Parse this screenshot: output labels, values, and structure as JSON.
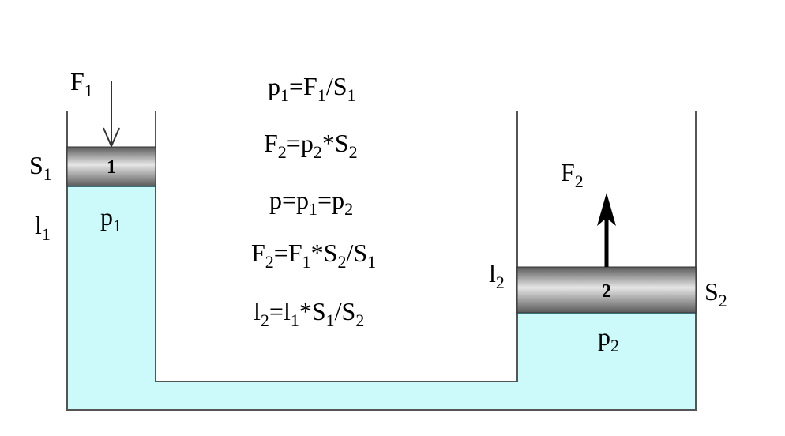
{
  "colors": {
    "fluid": "#ccfafa",
    "fluid_edge": "#40b0c0",
    "wall": "#555555",
    "piston_dark": "#5a5a5a",
    "piston_light": "#e6e6e6"
  },
  "left_cylinder": {
    "force": {
      "symbol": "F",
      "sub": "1"
    },
    "area": {
      "symbol": "S",
      "sub": "1"
    },
    "stroke": {
      "symbol": "l",
      "sub": "1"
    },
    "pressure": {
      "symbol": "p",
      "sub": "1"
    },
    "piston_label": "1"
  },
  "right_cylinder": {
    "force": {
      "symbol": "F",
      "sub": "2"
    },
    "area": {
      "symbol": "S",
      "sub": "2"
    },
    "stroke": {
      "symbol": "l",
      "sub": "2"
    },
    "pressure": {
      "symbol": "p",
      "sub": "2"
    },
    "piston_label": "2"
  },
  "formulas": [
    [
      {
        "t": "p"
      },
      {
        "s": "1"
      },
      {
        "t": "=F"
      },
      {
        "s": "1"
      },
      {
        "t": "/S"
      },
      {
        "s": "1"
      }
    ],
    [
      {
        "t": "F"
      },
      {
        "s": "2"
      },
      {
        "t": "=p"
      },
      {
        "s": "2"
      },
      {
        "t": "*S"
      },
      {
        "s": "2"
      }
    ],
    [
      {
        "t": "p=p"
      },
      {
        "s": "1"
      },
      {
        "t": "=p"
      },
      {
        "s": "2"
      }
    ],
    [
      {
        "t": "F"
      },
      {
        "s": "2"
      },
      {
        "t": "=F"
      },
      {
        "s": "1"
      },
      {
        "t": "*S"
      },
      {
        "s": "2"
      },
      {
        "t": "/S"
      },
      {
        "s": "1"
      }
    ],
    [
      {
        "t": "l"
      },
      {
        "s": "2"
      },
      {
        "t": "=l"
      },
      {
        "s": "1"
      },
      {
        "t": "*S"
      },
      {
        "s": "1"
      },
      {
        "t": "/S"
      },
      {
        "s": "2"
      }
    ]
  ]
}
